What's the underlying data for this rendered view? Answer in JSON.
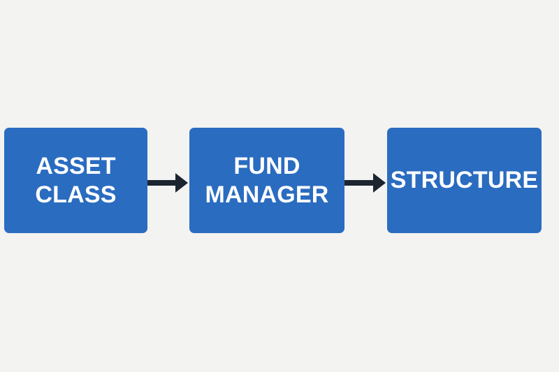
{
  "colors": {
    "box_fill": "#2a6cc0",
    "arrow": "#1c2430",
    "background": "#f3f3f1"
  },
  "steps": [
    {
      "lines": [
        "ASSET",
        "CLASS"
      ]
    },
    {
      "lines": [
        "FUND",
        "MANAGER"
      ]
    },
    {
      "lines": [
        "STRUCTURE"
      ]
    }
  ]
}
